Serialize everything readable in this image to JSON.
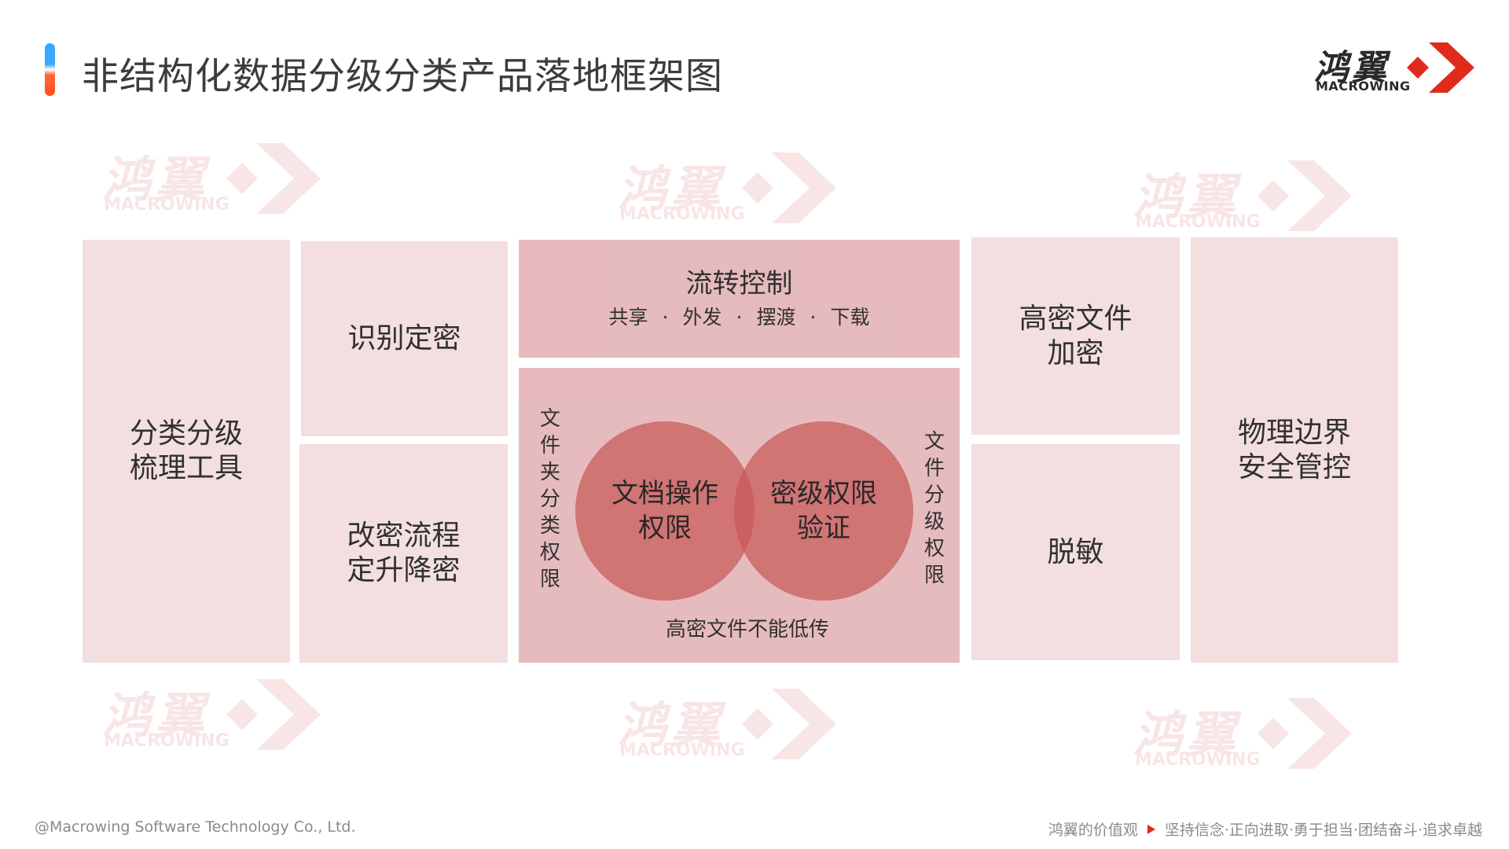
{
  "page": {
    "title": "非结构化数据分级分类产品落地框架图"
  },
  "logo": {
    "cn": "鸿翼",
    "en": "MACROWING"
  },
  "watermark": {
    "cn": "鸿翼",
    "en": "MACROWING"
  },
  "diagram": {
    "classification_tool": "分类分级\n梳理工具",
    "identify": "识别定密",
    "change_process": "改密流程\n定升降密",
    "flow_control": {
      "title": "流转控制",
      "items": [
        "共享",
        "外发",
        "摆渡",
        "下载"
      ],
      "separator": "·"
    },
    "permission_panel": {
      "left_vertical": "文件夹分类权限",
      "right_vertical": "文件分级权限",
      "circle_left": "文档操作\n权限",
      "circle_right": "密级权限\n验证",
      "bottom_note": "高密文件不能低传"
    },
    "encrypt": "高密文件\n加密",
    "desensitize": "脱敏",
    "physical": "物理边界\n安全管控"
  },
  "footer": {
    "copyright": "@Macrowing Software Technology Co., Ltd.",
    "values_label": "鸿翼的价值观",
    "values_text": "坚持信念·正向进取·勇于担当·团结奋斗·追求卓越"
  },
  "colors": {
    "box_light": "#f2dcdc",
    "box_dark": "#e4b4b6",
    "circle": "#c44646",
    "brand_red": "#e02a1c"
  }
}
